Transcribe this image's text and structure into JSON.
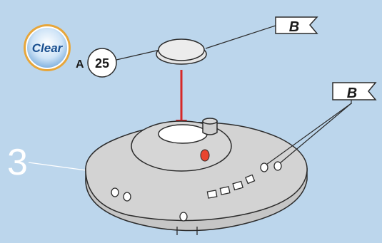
{
  "step": {
    "number": "3"
  },
  "badge": {
    "text": "Clear",
    "icon": "clear-paint-badge-icon"
  },
  "part_callout": {
    "letter": "A",
    "number": "25"
  },
  "flags": [
    {
      "letter": "B",
      "icon": "flag-icon"
    },
    {
      "letter": "B",
      "icon": "flag-icon"
    }
  ],
  "colors": {
    "background": "#bcd6ec",
    "model_fill": "#d3d3d3",
    "outline": "#2b2b2b",
    "arrow": "#d62828",
    "light_red": "#e8452e",
    "badge_ring": "#e7a63a",
    "badge_blue": "#1a4f8f"
  }
}
